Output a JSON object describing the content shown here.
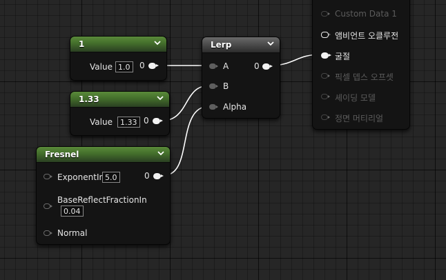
{
  "colors": {
    "canvas_bg": "#262626",
    "node_bg": "#141414",
    "header_green": "#4a7a30",
    "header_gray": "#555555",
    "wire": "#ffffff",
    "muted_text": "#5c5c5c"
  },
  "nodes": {
    "const1": {
      "title": "1",
      "value_label": "Value",
      "value": "1.0",
      "output": "0"
    },
    "const2": {
      "title": "1.33",
      "value_label": "Value",
      "value": "1.33",
      "output": "0"
    },
    "fresnel": {
      "title": "Fresnel",
      "exponent_label": "ExponentIn",
      "exponent_value": "5.0",
      "base_label": "BaseReflectFractionIn",
      "base_value": "0.04",
      "normal_label": "Normal",
      "output": "0"
    },
    "lerp": {
      "title": "Lerp",
      "input_a": "A",
      "input_b": "B",
      "input_alpha": "Alpha",
      "output": "0"
    }
  },
  "material": {
    "inputs": [
      {
        "label": "Custom Data 1",
        "active": false
      },
      {
        "label": "앰비언트 오클루전",
        "active": true,
        "connected": false
      },
      {
        "label": "굴절",
        "active": true,
        "connected": true
      },
      {
        "label": "픽셀 뎁스 오프셋",
        "active": false
      },
      {
        "label": "셰이딩 모델",
        "active": false
      },
      {
        "label": "정면 머티리얼",
        "active": false
      }
    ]
  }
}
